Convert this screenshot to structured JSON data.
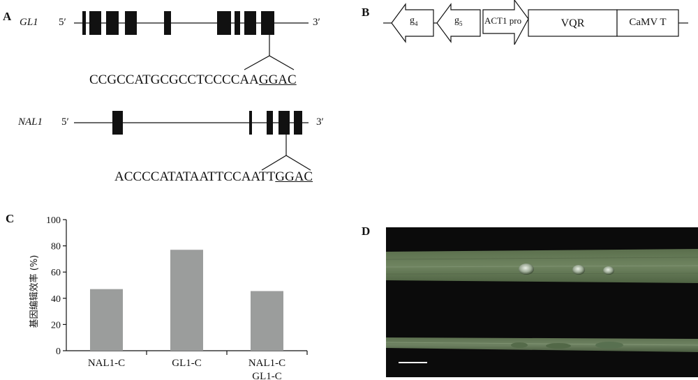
{
  "panel_a": {
    "label": "A",
    "gl1": {
      "gene": "GL1",
      "five_prime": "5′",
      "three_prime": "3′",
      "seq_plain": "CCGCCATGCGCCTCCCCAA",
      "seq_underlined": "GGAC"
    },
    "nal1": {
      "gene": "NAL1",
      "five_prime": "5′",
      "three_prime": "3′",
      "seq_plain": "ACCCCATATAATTCCAATT",
      "seq_underlined": "GGAC"
    }
  },
  "panel_b": {
    "label": "B",
    "g4": "g",
    "g4_sub": "4",
    "g5": "g",
    "g5_sub": "5",
    "act1": "ACT1 pro",
    "vqr": "VQR",
    "camv": "CaMV T"
  },
  "panel_c": {
    "label": "C"
  },
  "panel_d": {
    "label": "D"
  },
  "chart_data": {
    "type": "bar",
    "categories": [
      "NAL1-C",
      "GL1-C",
      "NAL1-C GL1-C"
    ],
    "category_lines": [
      [
        "NAL1-C"
      ],
      [
        "GL1-C"
      ],
      [
        "NAL1-C",
        "GL1-C"
      ]
    ],
    "values": [
      47,
      77,
      45.5
    ],
    "ylabel": "基因编辑效率 (%)",
    "ylim": [
      0,
      100
    ],
    "yticks": [
      0,
      20,
      40,
      60,
      80,
      100
    ],
    "bar_color": "#9b9d9c",
    "grid": false
  }
}
